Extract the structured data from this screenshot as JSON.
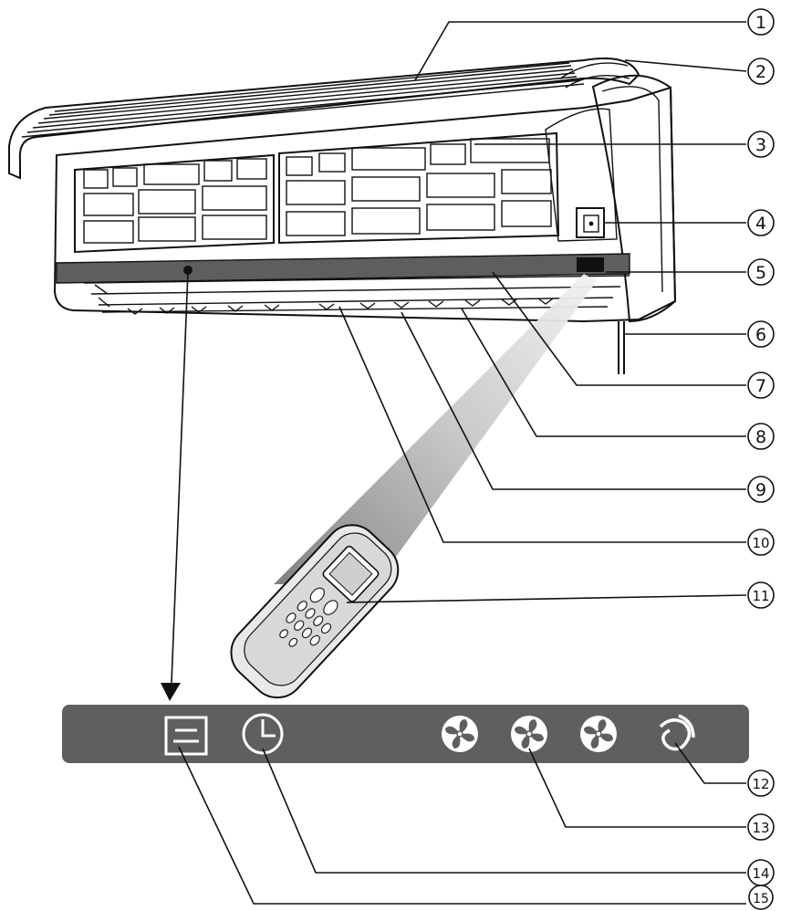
{
  "callouts": [
    {
      "id": 1,
      "label": "1"
    },
    {
      "id": 2,
      "label": "2"
    },
    {
      "id": 3,
      "label": "3"
    },
    {
      "id": 4,
      "label": "4"
    },
    {
      "id": 5,
      "label": "5"
    },
    {
      "id": 6,
      "label": "6"
    },
    {
      "id": 7,
      "label": "7"
    },
    {
      "id": 8,
      "label": "8"
    },
    {
      "id": 9,
      "label": "9"
    },
    {
      "id": 10,
      "label": "10"
    },
    {
      "id": 11,
      "label": "11"
    },
    {
      "id": 12,
      "label": "12"
    },
    {
      "id": 13,
      "label": "13"
    },
    {
      "id": 14,
      "label": "14"
    },
    {
      "id": 15,
      "label": "15"
    }
  ],
  "display_panel_icons": [
    "filter-icon",
    "timer-icon",
    "fan-icon",
    "fan-icon",
    "fan-icon",
    "swing-icon"
  ],
  "colors": {
    "panel": "#5f5f5f",
    "line": "#111111",
    "beam": "#cfcfcf"
  }
}
